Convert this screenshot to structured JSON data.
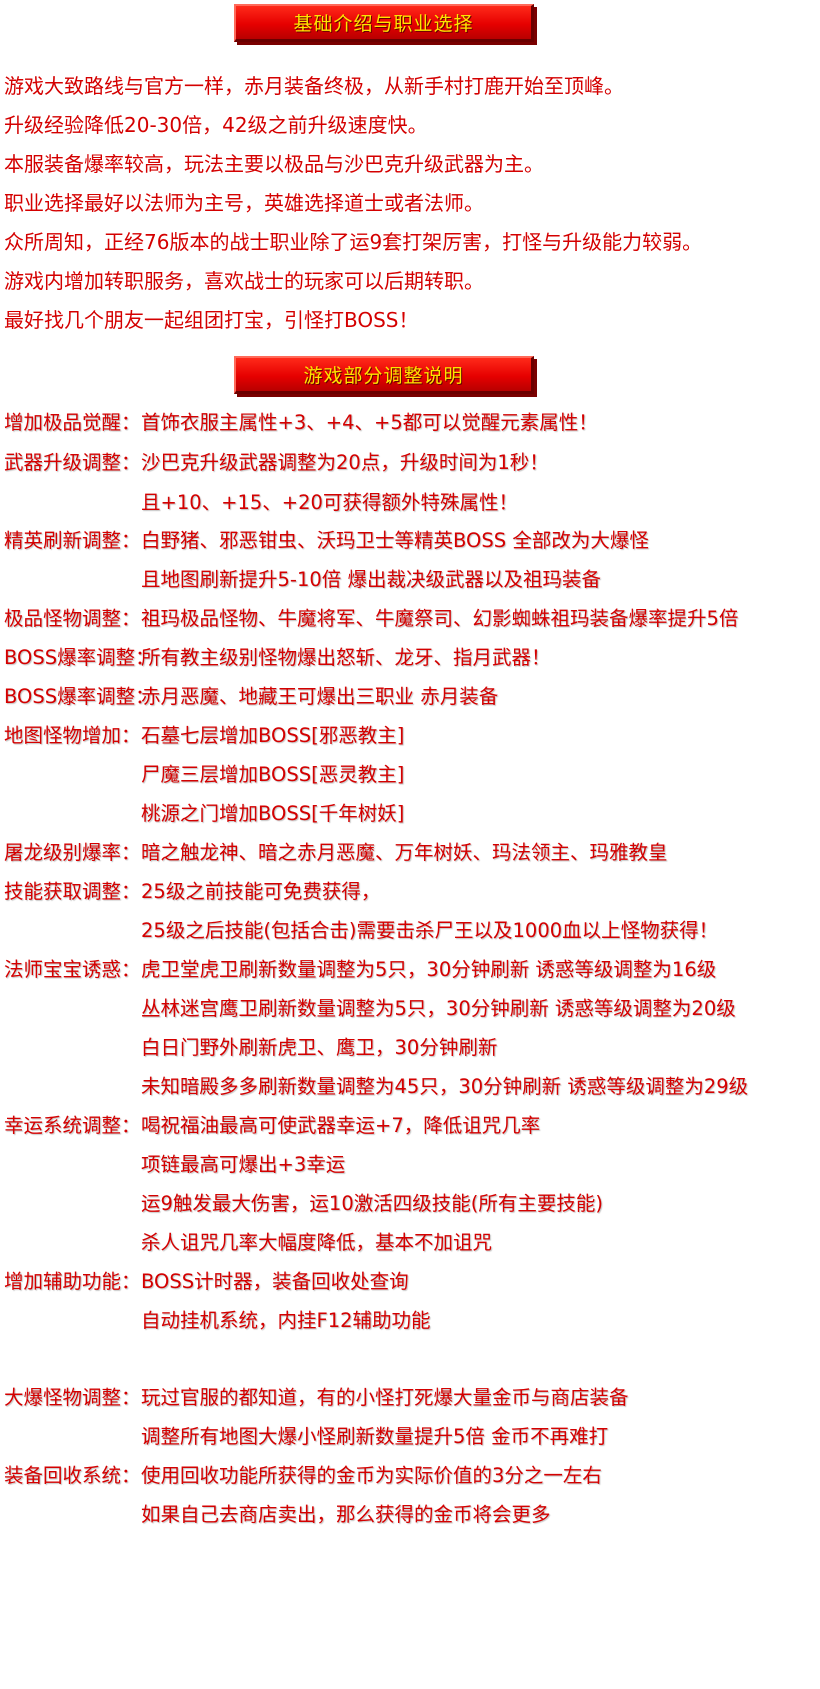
{
  "banner1": "基础介绍与职业选择",
  "intro": [
    "游戏大致路线与官方一样，赤月装备终极，从新手村打鹿开始至顶峰。",
    "升级经验降低20-30倍，42级之前升级速度快。",
    "本服装备爆率较高，玩法主要以极品与沙巴克升级武器为主。",
    "职业选择最好以法师为主号，英雄选择道士或者法师。",
    "众所周知，正经76版本的战士职业除了运9套打架厉害，打怪与升级能力较弱。",
    "游戏内增加转职服务，喜欢战士的玩家可以后期转职。",
    "最好找几个朋友一起组团打宝，引怪打BOSS！"
  ],
  "banner2": "游戏部分调整说明",
  "rows": [
    {
      "label": "增加极品觉醒：",
      "value": "首饰衣服主属性+3、+4、+5都可以觉醒元素属性！"
    },
    {
      "label": "武器升级调整：",
      "value": "沙巴克升级武器调整为20点，升级时间为1秒！"
    },
    {
      "label": "",
      "value": "且+10、+15、+20可获得额外特殊属性！"
    },
    {
      "label": "精英刷新调整：",
      "value": "白野猪、邪恶钳虫、沃玛卫士等精英BOSS 全部改为大爆怪"
    },
    {
      "label": "",
      "value": "且地图刷新提升5-10倍 爆出裁决级武器以及祖玛装备"
    },
    {
      "label": "极品怪物调整：",
      "value": "祖玛极品怪物、牛魔将军、牛魔祭司、幻影蜘蛛祖玛装备爆率提升5倍"
    },
    {
      "label": "BOSS爆率调整：",
      "value": "所有教主级别怪物爆出怒斩、龙牙、指月武器！"
    },
    {
      "label": "BOSS爆率调整：",
      "value": "赤月恶魔、地藏王可爆出三职业 赤月装备"
    },
    {
      "label": "地图怪物增加：",
      "value": "石墓七层增加BOSS[邪恶教主]"
    },
    {
      "label": "",
      "value": "尸魔三层增加BOSS[恶灵教主]"
    },
    {
      "label": "",
      "value": "桃源之门增加BOSS[千年树妖]"
    },
    {
      "label": "屠龙级别爆率：",
      "value": "暗之触龙神、暗之赤月恶魔、万年树妖、玛法领主、玛雅教皇"
    },
    {
      "label": "技能获取调整：",
      "value": "25级之前技能可免费获得，"
    },
    {
      "label": "",
      "value": "25级之后技能(包括合击)需要击杀尸王以及1000血以上怪物获得！"
    },
    {
      "label": "法师宝宝诱惑：",
      "value": "虎卫堂虎卫刷新数量调整为5只，30分钟刷新 诱惑等级调整为16级"
    },
    {
      "label": "",
      "value": "丛林迷宫鹰卫刷新数量调整为5只，30分钟刷新 诱惑等级调整为20级"
    },
    {
      "label": "",
      "value": "白日门野外刷新虎卫、鹰卫，30分钟刷新"
    },
    {
      "label": "",
      "value": "未知暗殿多多刷新数量调整为45只，30分钟刷新 诱惑等级调整为29级"
    },
    {
      "label": "幸运系统调整：",
      "value": "喝祝福油最高可使武器幸运+7，降低诅咒几率"
    },
    {
      "label": "",
      "value": "项链最高可爆出+3幸运"
    },
    {
      "label": "",
      "value": "运9触发最大伤害，运10激活四级技能(所有主要技能)"
    },
    {
      "label": "",
      "value": "杀人诅咒几率大幅度降低，基本不加诅咒"
    },
    {
      "label": "增加辅助功能：",
      "value": "BOSS计时器，装备回收处查询"
    },
    {
      "label": "",
      "value": "自动挂机系统，内挂F12辅助功能"
    },
    {
      "label": "大爆怪物调整：",
      "value": "玩过官服的都知道，有的小怪打死爆大量金币与商店装备"
    },
    {
      "label": "",
      "value": "调整所有地图大爆小怪刷新数量提升5倍 金币不再难打"
    },
    {
      "label": "装备回收系统：",
      "value": "使用回收功能所获得的金币为实际价值的3分之一左右"
    },
    {
      "label": "",
      "value": "如果自己去商店卖出，那么获得的金币将会更多"
    }
  ]
}
